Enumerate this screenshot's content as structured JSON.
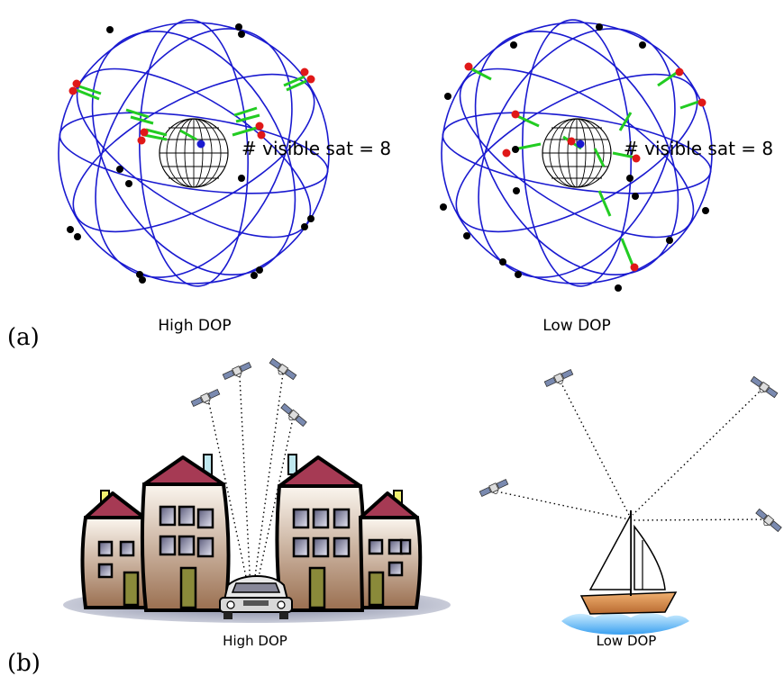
{
  "panel_a": {
    "marker": "(a)",
    "left": {
      "caption": "High DOP",
      "count_label": "# visible sat = 8"
    },
    "right": {
      "caption": "Low DOP",
      "count_label": "# visible sat = 8"
    }
  },
  "panel_b": {
    "marker": "(b)",
    "left": {
      "caption": "High DOP"
    },
    "right": {
      "caption": "Low DOP"
    }
  },
  "colors": {
    "orbit": "#1a1ad0",
    "visible_satellite": "#e01818",
    "hidden_satellite": "#000000",
    "receiver": "#1a1ad0",
    "line_of_sight": "#22cc22",
    "roof": "#a63a54",
    "hull": "#e8a060",
    "water": "#66bbff"
  }
}
